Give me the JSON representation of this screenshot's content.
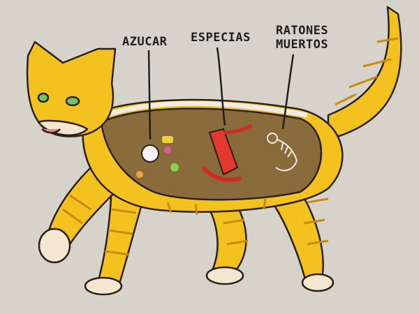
{
  "labels": {
    "sugar": "AZUCAR",
    "spices": "ESPECIAS",
    "dead_mice_line1": "RATONES",
    "dead_mice_line2": "MUERTOS"
  },
  "colors": {
    "background": "#d8d3ca",
    "fur": "#f4c21e",
    "stripes": "#c98a0c",
    "belly_cavity": "#8a6b3c",
    "outline": "#2a2118"
  }
}
